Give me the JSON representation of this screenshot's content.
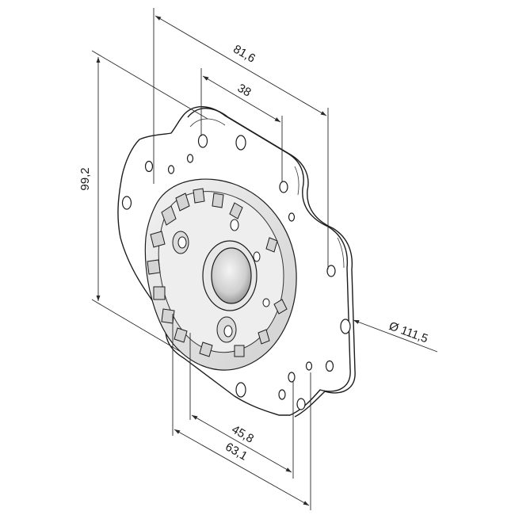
{
  "dimensions": {
    "width_outer": "81,6",
    "width_inner": "38",
    "height": "99,2",
    "diameter": "Ø 111,5",
    "bottom_inner": "45,8",
    "bottom_outer": "63,1"
  },
  "colors": {
    "line": "#1c1c1c",
    "fill_plate": "#ffffff",
    "shade_light": "#e3e3e3",
    "shade_mid": "#c9c9c9",
    "shade_dark": "#9a9a9a"
  }
}
